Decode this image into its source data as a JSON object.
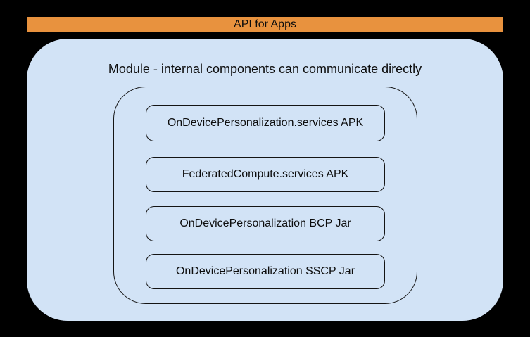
{
  "banner": {
    "label": "API for Apps",
    "background_color": "#E8923E",
    "text_color": "#0d0d0d"
  },
  "module": {
    "title": "Module - internal components can communicate directly",
    "background_color": "#D2E3F6",
    "outline_color": "#141414",
    "components": [
      {
        "label": "OnDevicePersonalization.services APK"
      },
      {
        "label": "FederatedCompute.services APK"
      },
      {
        "label": "OnDevicePersonalization BCP Jar"
      },
      {
        "label": "OnDevicePersonalization SSCP Jar"
      }
    ]
  },
  "page": {
    "background_color": "#000000"
  }
}
